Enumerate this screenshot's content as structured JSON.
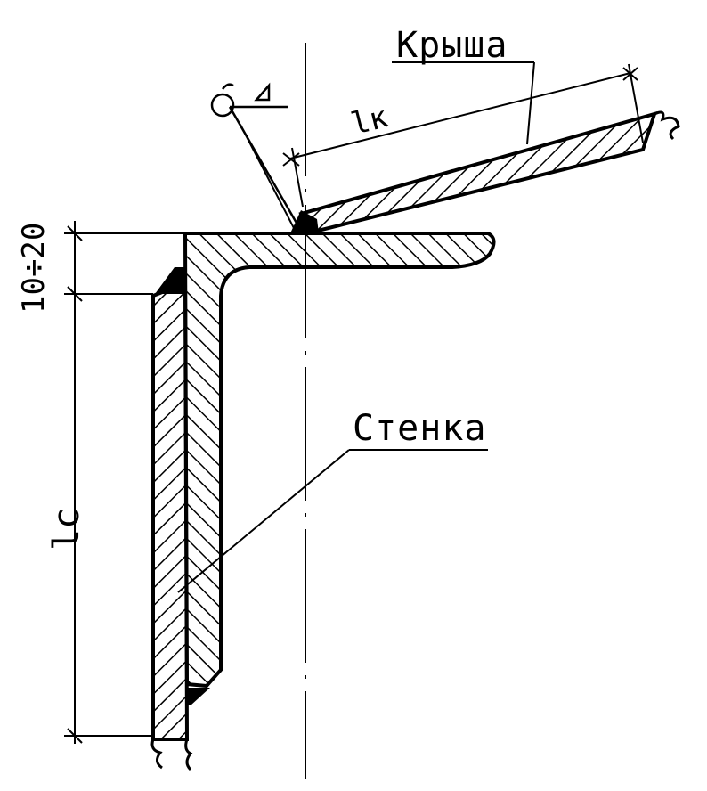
{
  "labels": {
    "roof": "Крыша",
    "wall": "Стенка",
    "roof_overlap": "lк",
    "wall_overlap": "lс",
    "gap": "10÷20"
  },
  "colors": {
    "ink": "#000000",
    "paper": "#ffffff"
  },
  "icons": {
    "weld_symbol": "fillet-weld-symbol-icon"
  }
}
